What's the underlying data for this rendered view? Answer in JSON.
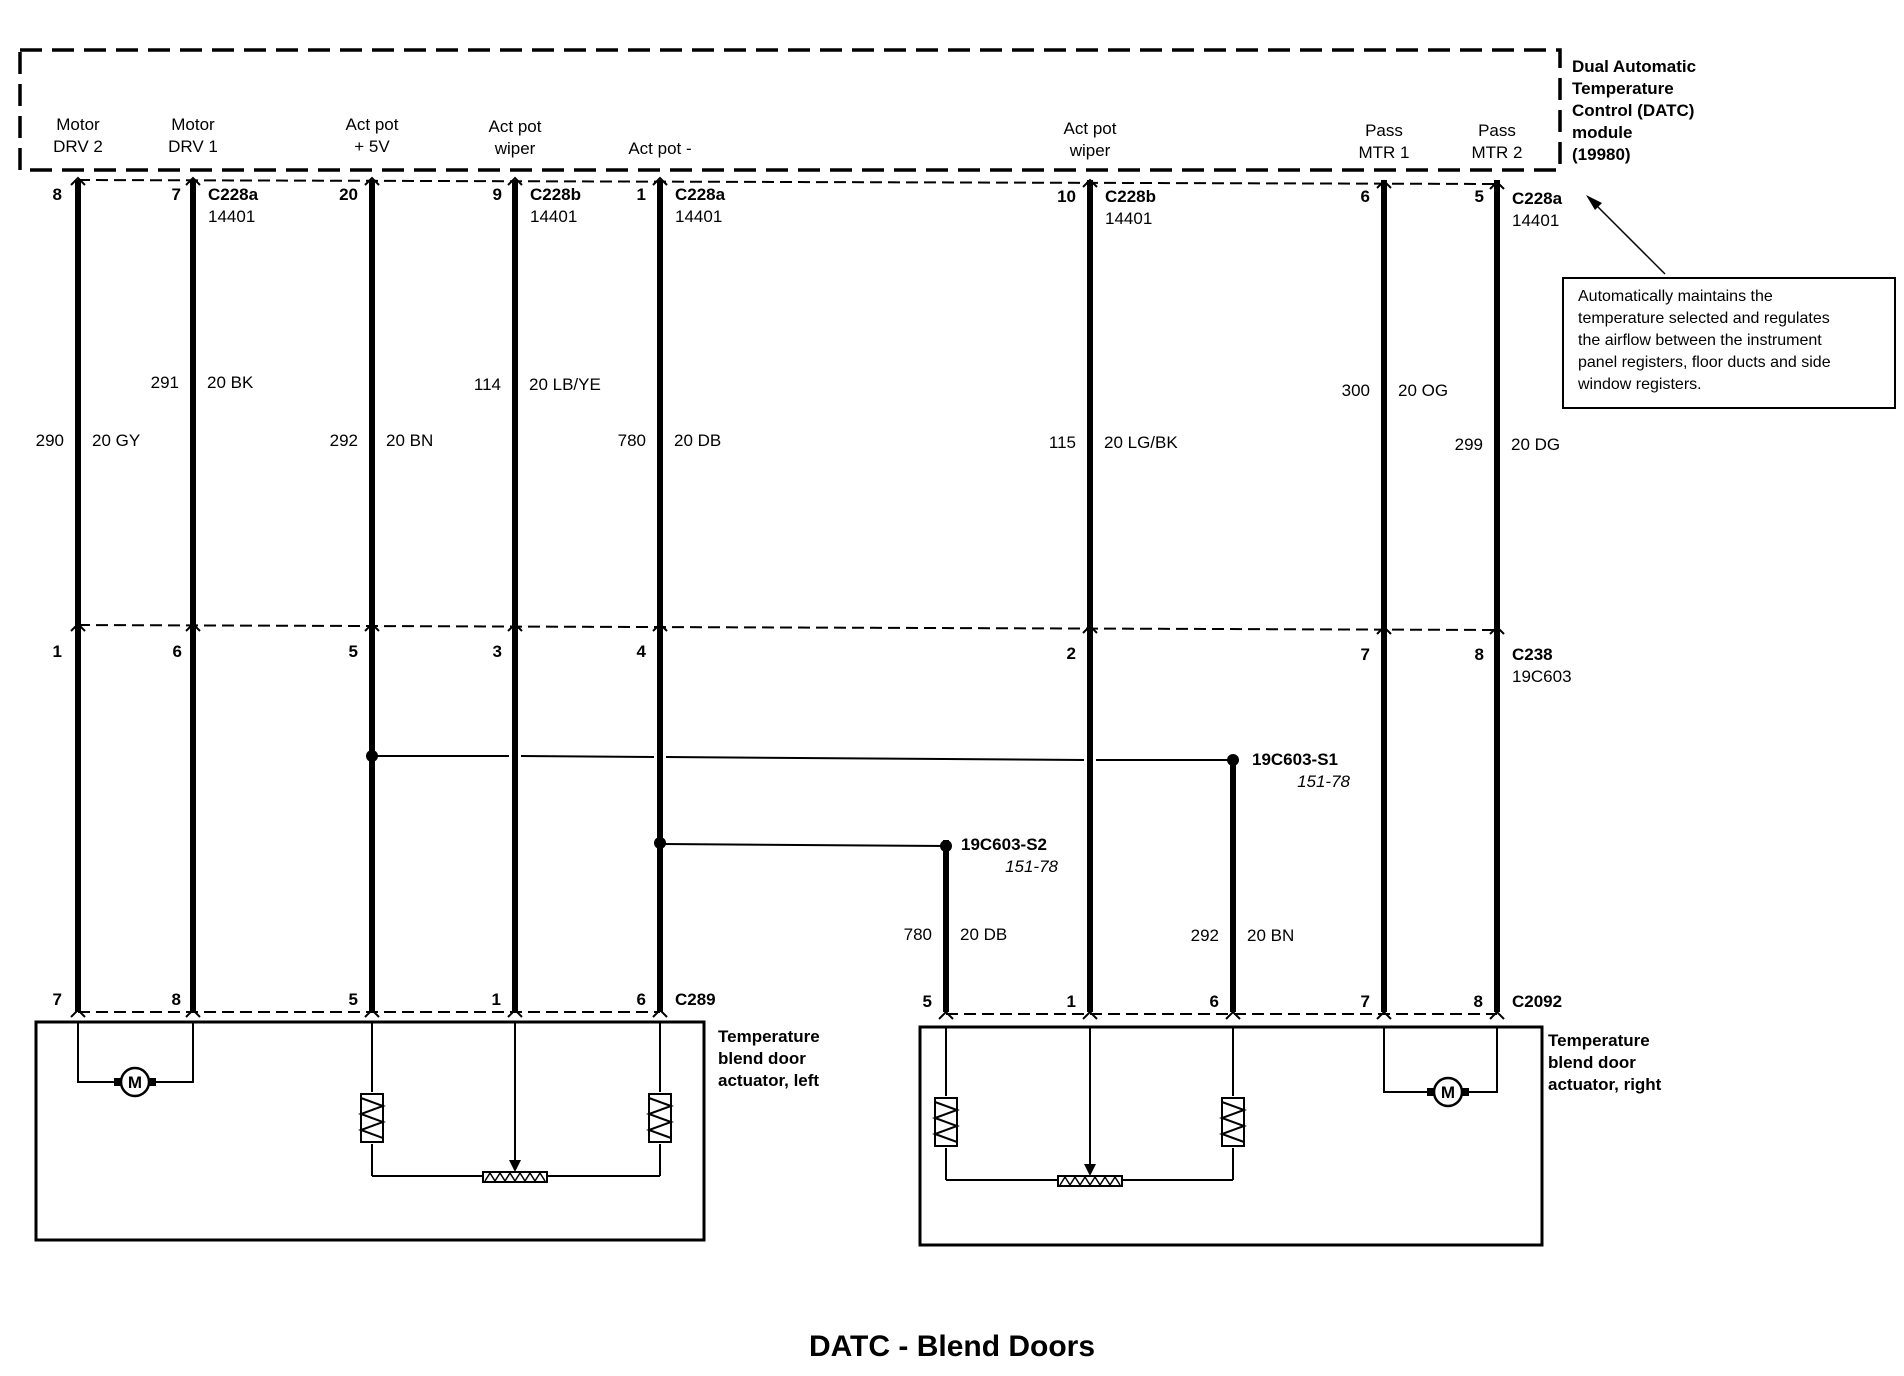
{
  "title": "DATC - Blend Doors",
  "module": {
    "name_lines": [
      "Dual Automatic",
      "Temperature",
      "Control (DATC)",
      "module",
      "(19980)"
    ],
    "note_lines": [
      "Automatically maintains the",
      "temperature selected and regulates",
      "the airflow between the instrument",
      "panel registers, floor ducts and side",
      "window registers."
    ]
  },
  "pins": [
    {
      "id": "motor-drv2",
      "label": [
        "Motor",
        "DRV 2"
      ],
      "top_pin": "8",
      "circuit": "290",
      "wire": "20  GY",
      "mid_pin": "1",
      "bot_pin": "7"
    },
    {
      "id": "motor-drv1",
      "label": [
        "Motor",
        "DRV 1"
      ],
      "top_pin": "7",
      "connector": [
        "C228a",
        "14401"
      ],
      "circuit": "291",
      "wire": "20  BK",
      "mid_pin": "6",
      "bot_pin": "8"
    },
    {
      "id": "act-pot-5v",
      "label": [
        "Act pot",
        "+ 5V"
      ],
      "top_pin": "20",
      "circuit": "292",
      "wire": "20  BN",
      "mid_pin": "5",
      "bot_pin": "5"
    },
    {
      "id": "act-pot-wiper-left",
      "label": [
        "Act pot",
        "wiper"
      ],
      "top_pin": "9",
      "connector": [
        "C228b",
        "14401"
      ],
      "circuit": "114",
      "wire": "20  LB/YE",
      "mid_pin": "3",
      "bot_pin": "1"
    },
    {
      "id": "act-pot-minus",
      "label": [
        "Act pot -"
      ],
      "top_pin": "1",
      "connector": [
        "C228a",
        "14401"
      ],
      "circuit": "780",
      "wire": "20  DB",
      "mid_pin": "4",
      "bot_pin": "6"
    },
    {
      "id": "act-pot-wiper-right",
      "label": [
        "Act pot",
        "wiper"
      ],
      "top_pin": "10",
      "connector": [
        "C228b",
        "14401"
      ],
      "circuit": "115",
      "wire": "20  LG/BK",
      "mid_pin": "2",
      "bot_pin": "1"
    },
    {
      "id": "pass-mtr1",
      "label": [
        "Pass",
        "MTR 1"
      ],
      "top_pin": "6",
      "circuit": "300",
      "wire": "20  OG",
      "mid_pin": "7",
      "bot_pin": "7"
    },
    {
      "id": "pass-mtr2",
      "label": [
        "Pass",
        "MTR 2"
      ],
      "top_pin": "5",
      "connector": [
        "C228a",
        "14401"
      ],
      "circuit": "299",
      "wire": "20  DG",
      "mid_pin": "8",
      "bot_pin": "8"
    }
  ],
  "mid_connector": [
    "C238",
    "19C603"
  ],
  "splices": [
    {
      "id": "s1",
      "name": "19C603-S1",
      "ref": "151-78"
    },
    {
      "id": "s2",
      "name": "19C603-S2",
      "ref": "151-78"
    }
  ],
  "branches": [
    {
      "id": "dn-branch",
      "circuit": "780",
      "wire": "20  DB",
      "bot_pin": "5"
    },
    {
      "id": "bn-branch",
      "circuit": "292",
      "wire": "20  BN",
      "bot_pin": "6"
    }
  ],
  "bottom_connectors": {
    "left": "C289",
    "right": "C2092"
  },
  "actuators": {
    "left": [
      "Temperature",
      "blend door",
      "actuator, left"
    ],
    "right": [
      "Temperature",
      "blend door",
      "actuator, right"
    ]
  },
  "motor_symbol": "M"
}
